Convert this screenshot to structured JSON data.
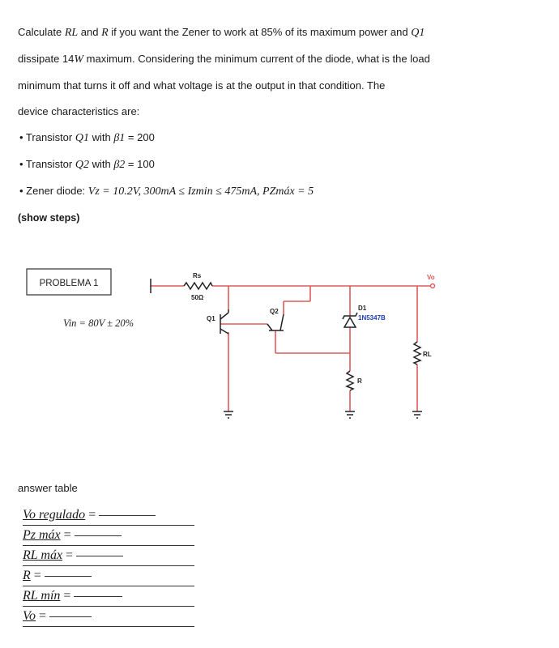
{
  "problem": {
    "line1_a": "Calculate ",
    "line1_rl": "RL",
    "line1_b": " and ",
    "line1_r": "R",
    "line1_c": " if you want the Zener to work at 85% of its maximum power and ",
    "line1_q1": "Q1",
    "line2_a": "dissipate 14",
    "line2_w": "W",
    "line2_b": " maximum. Considering the minimum current of the diode, what is the load",
    "line3": "minimum that turns it off and what voltage is at the output in that condition. The",
    "line4": "device characteristics are:",
    "bullet1_a": "• Transistor ",
    "bullet1_q": "Q1",
    "bullet1_b": " with ",
    "bullet1_beta": "β1",
    "bullet1_c": " = 200",
    "bullet2_a": "• Transistor ",
    "bullet2_q": "Q2",
    "bullet2_b": " with ",
    "bullet2_beta": "β2",
    "bullet2_c": " = 100",
    "bullet3_a": "• Zener diode: ",
    "bullet3_spec": "Vz = 10.2V, 300mA ≤ Izmin ≤ 475mA, PZmáx = 5",
    "show_steps": "(show steps)"
  },
  "circuit": {
    "problem_label": "PROBLEMA 1",
    "vin_label": "Vin = 80V ± 20%",
    "rs_label": "Rs",
    "rs_value": "50Ω",
    "q1_label": "Q1",
    "q2_label": "Q2",
    "d1_label": "D1",
    "d1_part": "1N5347B",
    "r_label": "R",
    "rl_label": "RL",
    "vo_label": "Vo",
    "wire_color": "#e05a5a",
    "part_color": "#222222",
    "part_label_color": "#1a3fb5"
  },
  "answers": {
    "title": "answer table",
    "rows": [
      {
        "label": "Vo regulado",
        "blank": "______"
      },
      {
        "label": "Pz máx",
        "blank": "______"
      },
      {
        "label": "RL máx",
        "blank": "______"
      },
      {
        "label": "R",
        "blank": "______"
      },
      {
        "label": "RL mín",
        "blank": "______"
      },
      {
        "label": "Vo",
        "blank": "______"
      }
    ]
  }
}
